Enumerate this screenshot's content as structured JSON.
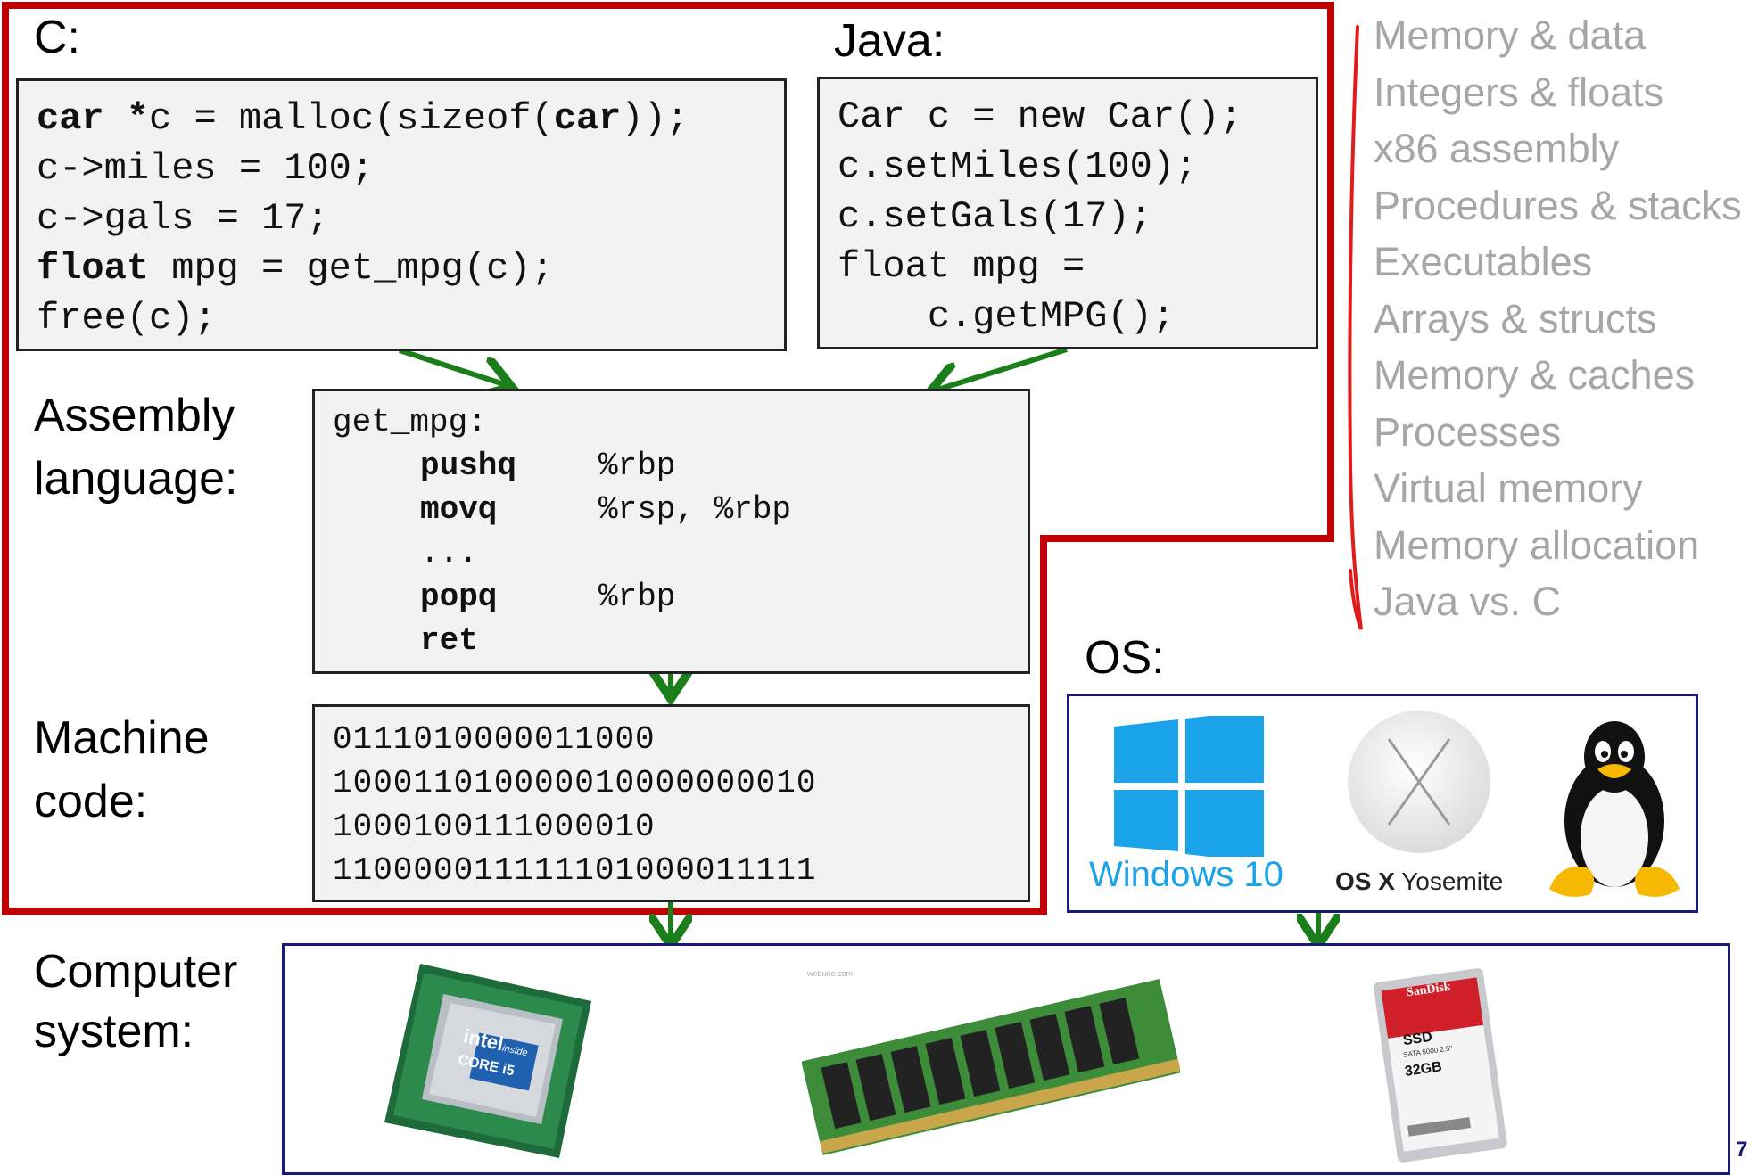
{
  "labels": {
    "c": "C:",
    "java": "Java:",
    "assembly_1": "Assembly",
    "assembly_2": "language:",
    "machine_1": "Machine",
    "machine_2": "code:",
    "computer_1": "Computer",
    "computer_2": "system:",
    "os": "OS:"
  },
  "c_code": {
    "line1": {
      "kw1": "car",
      "star": " *",
      "rest": "c = malloc(sizeof(",
      "kw2": "car",
      "end": "));"
    },
    "line2": "c->miles = 100;",
    "line3": "c->gals = 17;",
    "line4": {
      "kw": "float",
      "rest": " mpg = get_mpg(c);"
    },
    "line5": "free(c);"
  },
  "java_code": {
    "lines": [
      "Car c = new Car();",
      "c.setMiles(100);",
      "c.setGals(17);",
      "float mpg =",
      "    c.getMPG();"
    ]
  },
  "assembly": {
    "header": "get_mpg:",
    "rows": [
      {
        "op": "pushq",
        "args": "%rbp"
      },
      {
        "op": "movq",
        "args": "%rsp, %rbp"
      },
      {
        "op": "...",
        "args": ""
      },
      {
        "op": "popq",
        "args": "%rbp"
      },
      {
        "op": "ret",
        "args": ""
      }
    ]
  },
  "machine_code": {
    "lines": [
      "0111010000011000",
      "100011010000010000000010",
      "1000100111000010",
      "110000011111101000011111"
    ]
  },
  "topics": [
    "Memory & data",
    "Integers & floats",
    "x86 assembly",
    "Procedures & stacks",
    "Executables",
    "Arrays & structs",
    "Memory & caches",
    "Processes",
    "Virtual memory",
    "Memory allocation",
    "Java vs. C"
  ],
  "os": {
    "windows_label": "Windows 10",
    "osx_label_a": "OS X",
    "osx_label_b": " Yosemite"
  },
  "hardware": {
    "cpu_brand": "intel",
    "cpu_inside": "inside",
    "cpu_model": "CORE i5",
    "ram_watermark": "webune.com",
    "ssd_brand": "SanDisk",
    "ssd_type": "SSD",
    "ssd_spec": "SATA 5000 2.5\"",
    "ssd_capacity": "32GB"
  },
  "page_number": "7",
  "colors": {
    "highlight_red": "#c00000",
    "arrow_green": "#1a7f1a",
    "box_blue": "#1a1a7a",
    "topic_gray": "#a6a6a6",
    "windows_blue": "#1aa3e8"
  }
}
